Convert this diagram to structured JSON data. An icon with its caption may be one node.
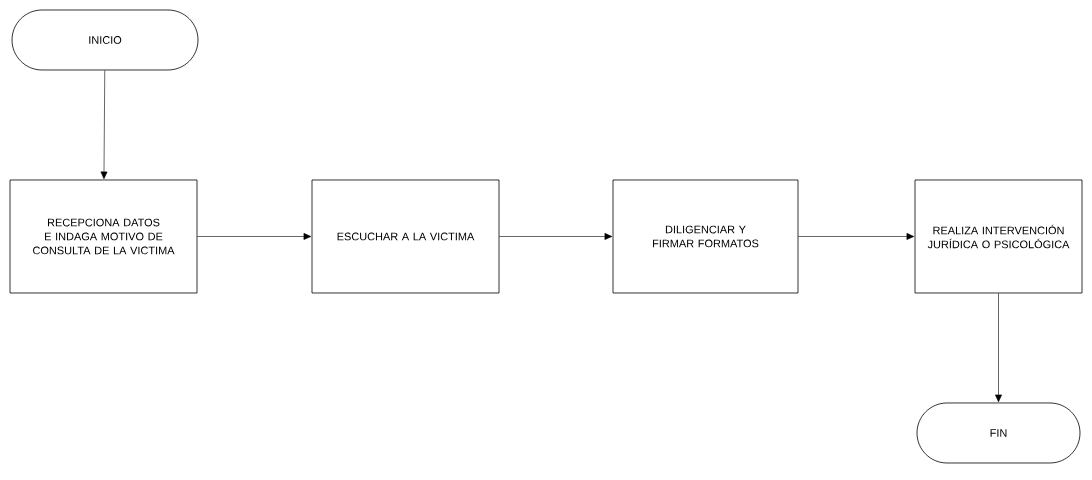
{
  "diagram": {
    "nodes": [
      {
        "text": [
          "INICIO"
        ]
      },
      {
        "text": [
          "RECEPCIONA DATOS E INDAGA MOTIVO DE CONSULTA DE LA VICTIMA"
        ]
      },
      {
        "text": [
          "ESCUCHAR A LA VICTIMA"
        ]
      },
      {
        "text": [
          "DILIGENCIAR Y FIRMAR FORMATOS"
        ]
      },
      {
        "text": [
          "REALIZA INTERVENCIÓN JURÍDICA O PSICOLÓGICA"
        ]
      },
      {
        "text": [
          "FIN"
        ]
      }
    ],
    "edges": [
      {
        "from": 0,
        "to": 1,
        "arrow": "to"
      },
      {
        "from": 1,
        "to": 2,
        "arrow": "to"
      },
      {
        "from": 2,
        "to": 3,
        "arrow": "to"
      },
      {
        "from": 3,
        "to": 4,
        "arrow": "to"
      },
      {
        "from": 4,
        "to": 5,
        "arrow": "to"
      }
    ]
  }
}
